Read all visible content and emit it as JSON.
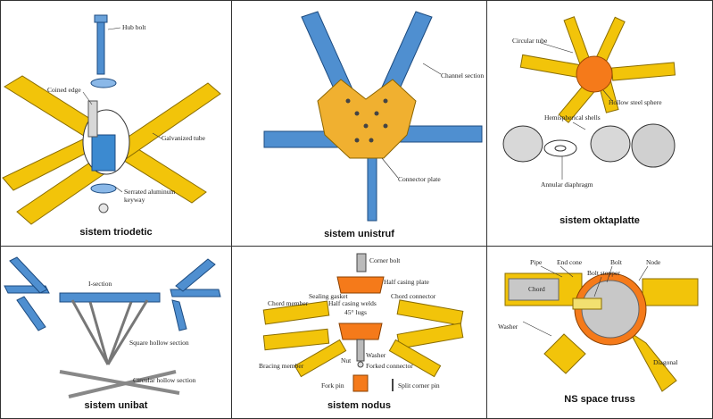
{
  "panels": [
    {
      "caption": "sistem triodetic",
      "labels": {
        "hub_bolt": "Hub bolt",
        "coined_edge": "Coined edge",
        "galvanized_tube": "Galvanized tube",
        "serrated_keyway_1": "Serrated aluminum",
        "serrated_keyway_2": "keyway"
      }
    },
    {
      "caption": "sistem unistruf",
      "labels": {
        "channel_section": "Channel section",
        "connector_plate": "Connector plate"
      }
    },
    {
      "caption": "sistem oktaplatte",
      "labels": {
        "circular_tube": "Circular tube",
        "hollow_steel_sphere": "Hollow steel sphere",
        "hemispherical_shells": "Hemispherical shells",
        "annular_diaphragm": "Annular diaphragm"
      }
    },
    {
      "caption": "sistem unibat",
      "labels": {
        "i_section": "I-section",
        "square_hollow_section": "Square hollow section",
        "circular_hollow_section": "Circular hollow section"
      }
    },
    {
      "caption": "sistem nodus",
      "labels": {
        "corner_bolt": "Corner bolt",
        "half_casing_plate": "Half casing plate",
        "sealing_gasket": "Sealing gasket",
        "chord_connector": "Chord connector",
        "chord_member": "Chord member",
        "half_casing_welds": "Half casing welds",
        "lugs": "45° lugs",
        "bracing_member": "Bracing member",
        "washer": "Washer",
        "nut": "Nut",
        "forked_connector": "Forked connector",
        "fork_pin": "Fork pin",
        "split_corner_pin": "Split corner pin"
      }
    },
    {
      "caption": "NS space truss",
      "labels": {
        "pipe": "Pipe",
        "end_cone": "End cone",
        "bolt": "Bolt",
        "node": "Node",
        "bolt_stopper": "Bolt stopper",
        "washer": "Washer",
        "chord": "Chord",
        "diagonal": "Diagonal"
      }
    }
  ],
  "colors": {
    "tube_yellow": "#f2c40a",
    "tube_edge": "#8a6d00",
    "member_blue": "#4f8fd0",
    "plate_orange": "#f0b030",
    "sphere_orange": "#f57a1a",
    "grey": "#9aa0a6"
  }
}
